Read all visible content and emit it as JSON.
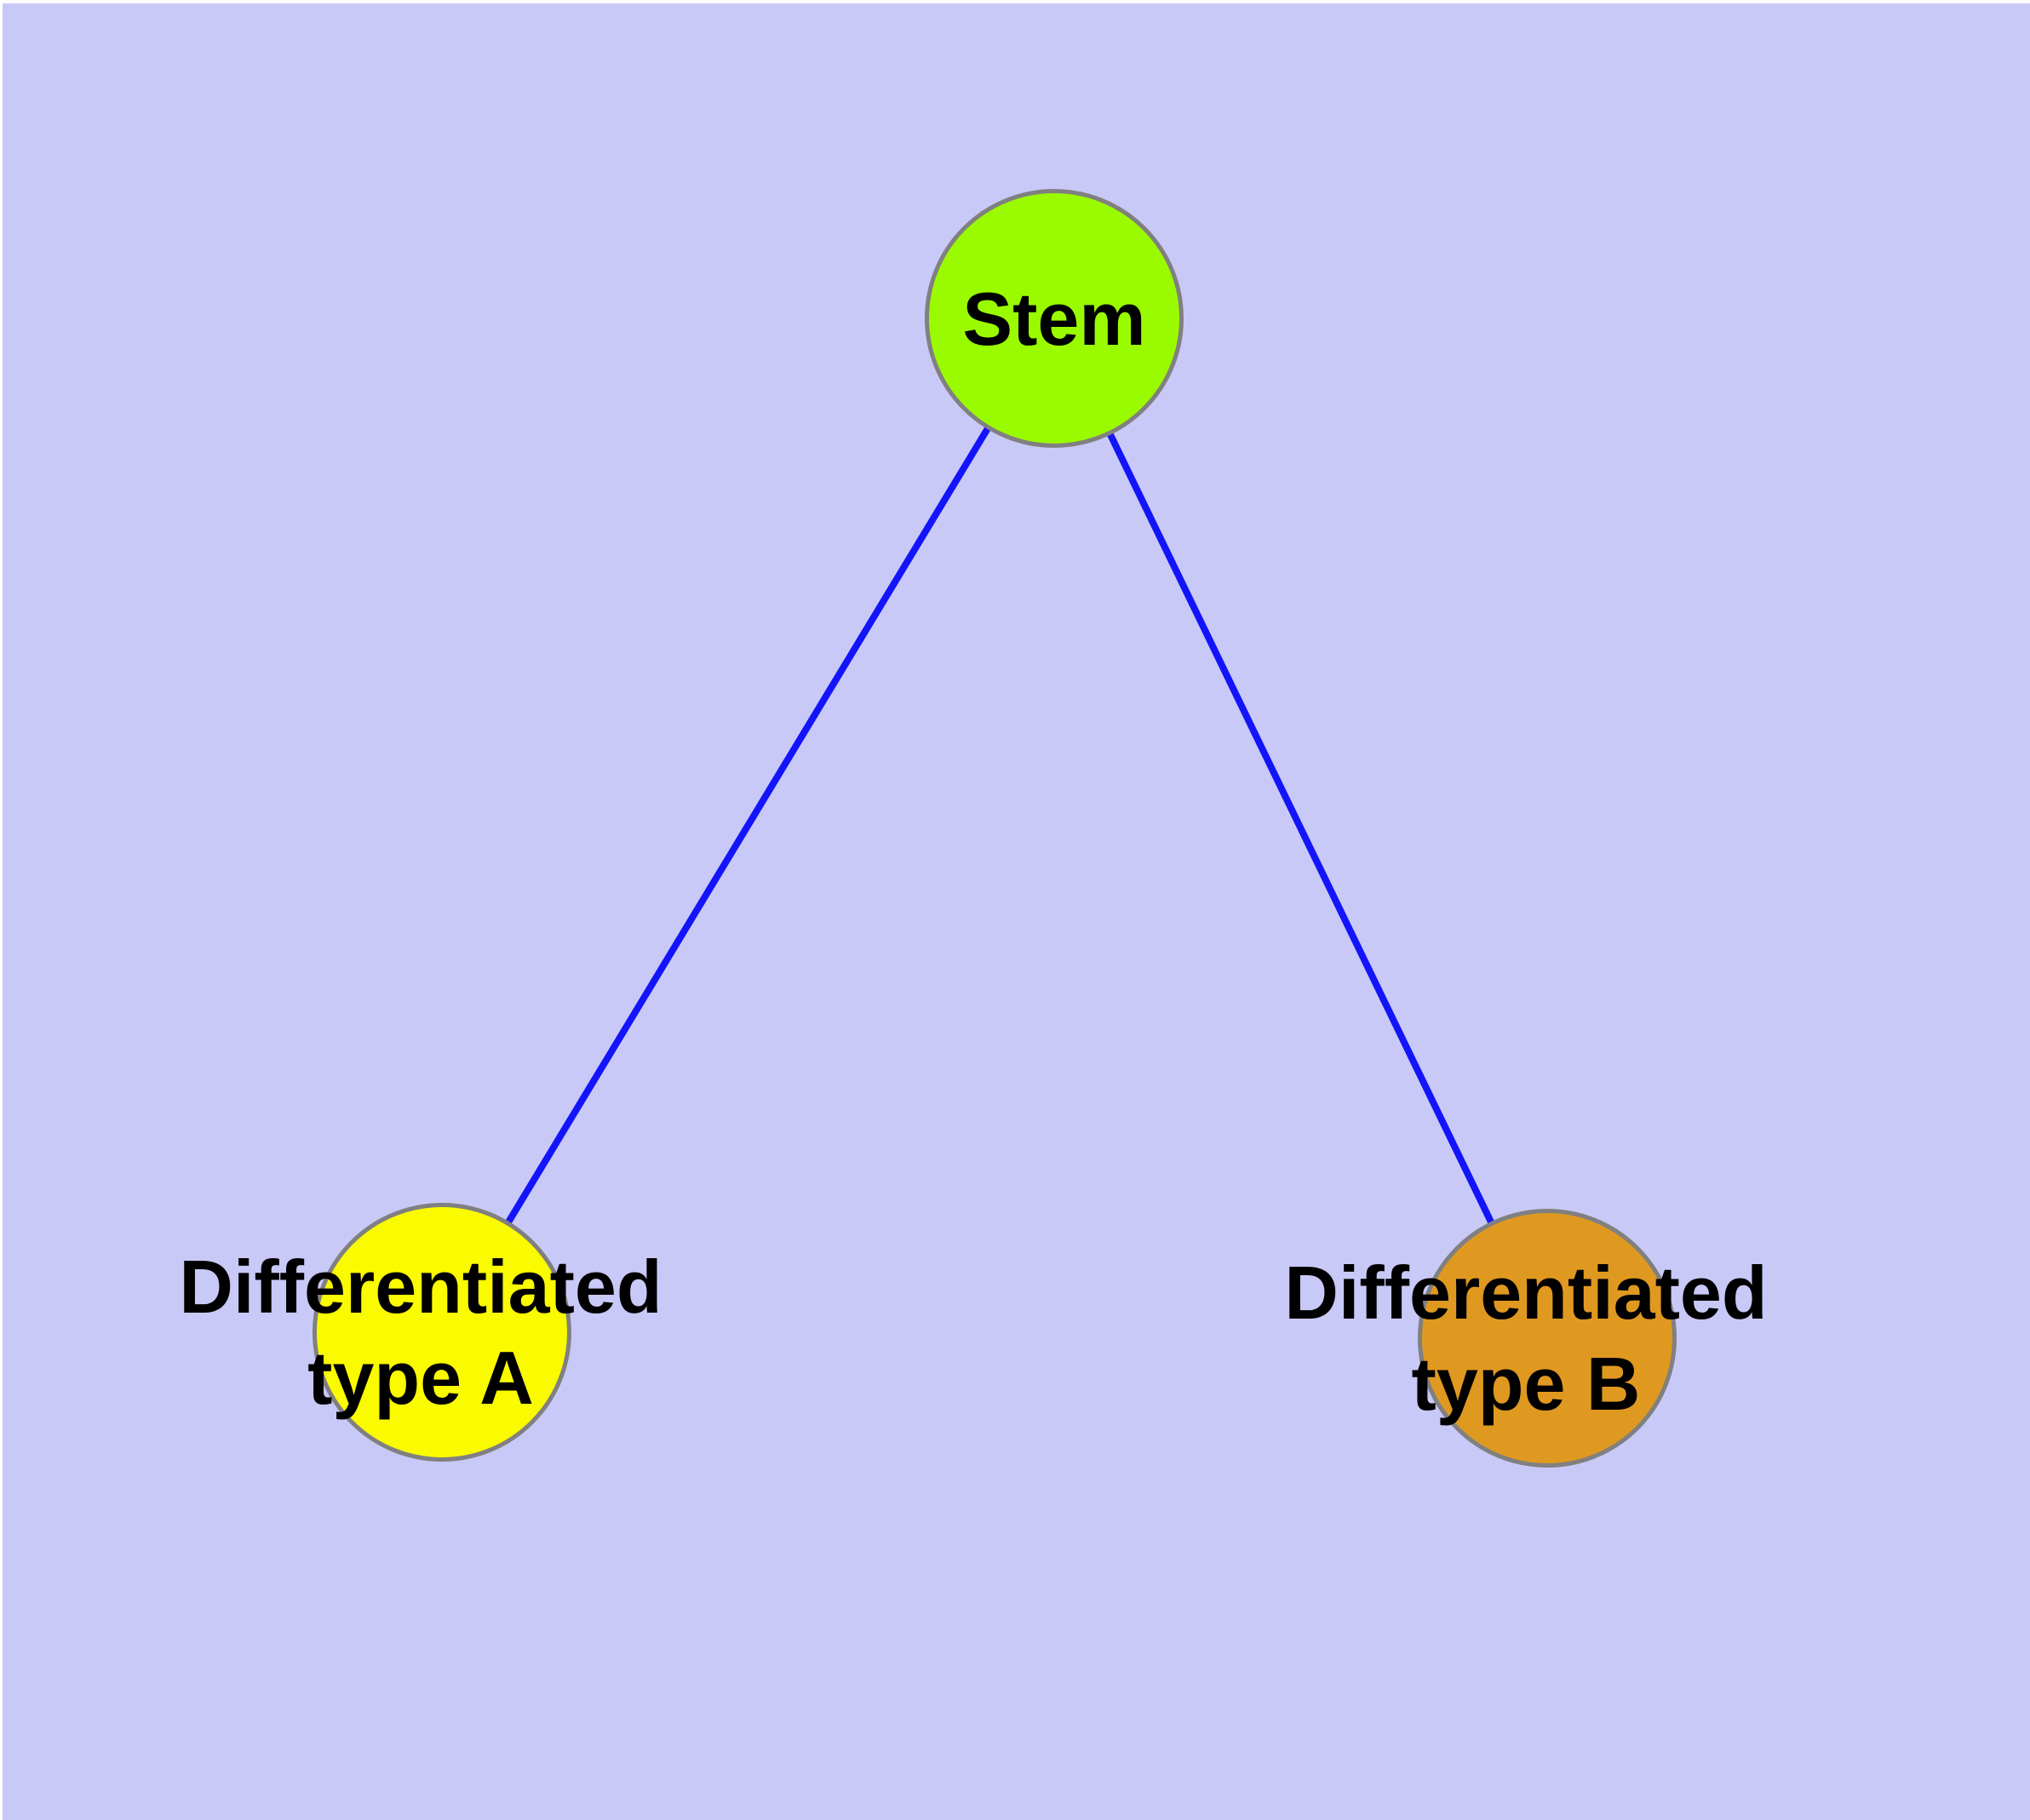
{
  "diagram": {
    "background_color": "#C9C9F8",
    "node_border_color": "#808080",
    "edge_color": "#1414FA",
    "label_color": "#000000",
    "nodes": [
      {
        "id": "stem",
        "label_lines": [
          "Stem"
        ],
        "color": "#9AFB00"
      },
      {
        "id": "differentiated-type-a",
        "label_lines": [
          "Differentiated",
          "type A"
        ],
        "color": "#FAFA00"
      },
      {
        "id": "differentiated-type-b",
        "label_lines": [
          "Differentiated",
          "type B"
        ],
        "color": "#E09920"
      }
    ],
    "edges": [
      {
        "from": "stem",
        "to": "differentiated-type-a"
      },
      {
        "from": "stem",
        "to": "differentiated-type-b"
      }
    ]
  }
}
